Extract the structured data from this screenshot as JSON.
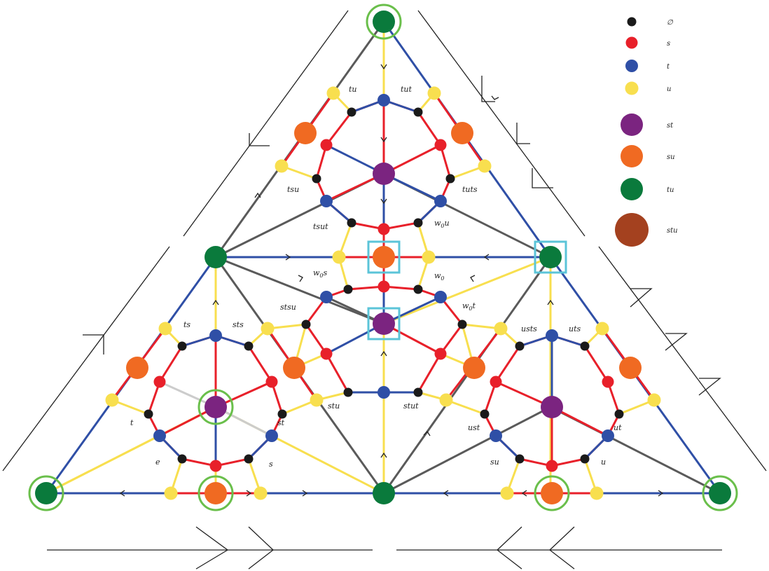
{
  "colors": {
    "empty": "#1a1a1a",
    "s": "#e8202a",
    "t": "#2f4fa6",
    "u": "#f8df4f",
    "st": "#7b2480",
    "su": "#f06a22",
    "tu": "#0a7a3c",
    "stu": "#a4411f",
    "grey_edge": "#5a5a5a",
    "light_edge": "#cccccc",
    "ring_green": "#6abf4b",
    "box_cyan": "#5bc4d8"
  },
  "legend": [
    {
      "type": "empty",
      "label": "∅"
    },
    {
      "type": "s",
      "label": "s"
    },
    {
      "type": "t",
      "label": "t"
    },
    {
      "type": "u",
      "label": "u"
    },
    {
      "type": "st",
      "label": "st"
    },
    {
      "type": "su",
      "label": "su"
    },
    {
      "type": "tu",
      "label": "tu"
    },
    {
      "type": "stu",
      "label": "stu"
    }
  ],
  "labels": {
    "tu": "tu",
    "tut": "tut",
    "tsu": "tsu",
    "tuts": "tuts",
    "tsut": "tsut",
    "w0u": "w",
    "w0u_sub": "0",
    "w0u_rest": "u",
    "w0s": "w",
    "w0s_sub": "0",
    "w0s_rest": "s",
    "w0": "w",
    "w0_sub": "0",
    "stsu": "stsu",
    "w0t": "w",
    "w0t_sub": "0",
    "w0t_rest": "t",
    "ts": "ts",
    "sts": "sts",
    "usts": "usts",
    "uts": "uts",
    "t": "t",
    "st": "st",
    "stu": "stu",
    "stut": "stut",
    "ust": "ust",
    "ut": "ut",
    "e": "e",
    "s": "s",
    "su": "su",
    "u": "u"
  }
}
